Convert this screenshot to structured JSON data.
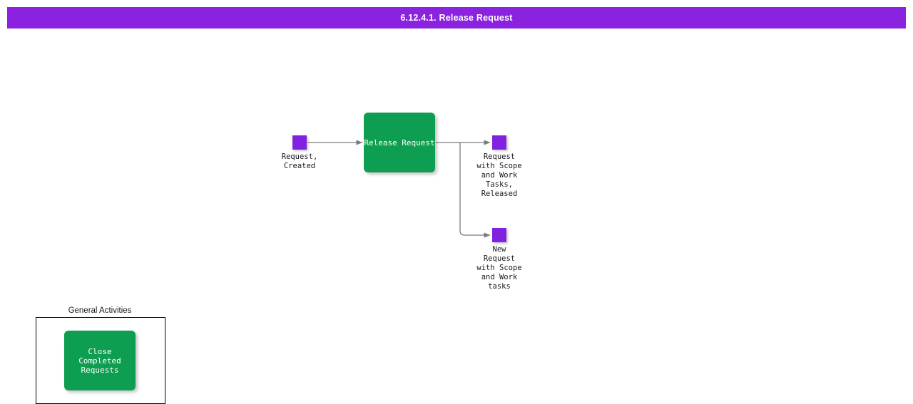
{
  "header": {
    "title": "6.12.4.1. Release Request",
    "background_color": "#8A22E0",
    "text_color": "#ffffff"
  },
  "colors": {
    "activity_green": "#0E9E51",
    "state_purple": "#8122E0",
    "connector_gray": "#7a7a7a",
    "frame_border": "#000000"
  },
  "diagram": {
    "type": "workflow",
    "input_states": [
      {
        "id": "request-created",
        "label": "Request,\nCreated",
        "marker": "state-square"
      }
    ],
    "activities": [
      {
        "id": "release-request",
        "label": "Release Request"
      }
    ],
    "output_states": [
      {
        "id": "request-with-scope-released",
        "label": "Request\nwith Scope\nand Work\nTasks,\nReleased",
        "marker": "state-square"
      },
      {
        "id": "new-request-with-scope",
        "label": "New\nRequest\nwith Scope\nand Work\ntasks",
        "marker": "state-square"
      }
    ],
    "connectors": [
      {
        "from": "request-created",
        "to": "release-request"
      },
      {
        "from": "release-request",
        "to": "request-with-scope-released"
      },
      {
        "from": "release-request",
        "to": "new-request-with-scope"
      }
    ]
  },
  "general_activities": {
    "title": "General Activities",
    "items": [
      {
        "id": "close-completed-requests",
        "label": "Close\nCompleted\nRequests"
      }
    ]
  }
}
